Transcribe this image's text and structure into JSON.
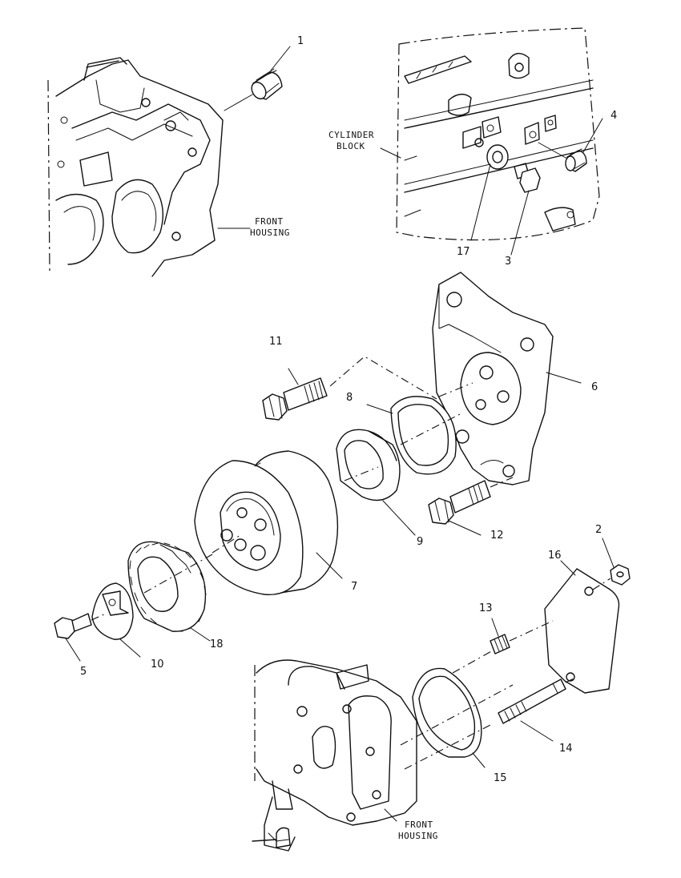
{
  "labels": {
    "cylinder_block_line1": "CYLINDER",
    "cylinder_block_line2": "BLOCK",
    "front_housing_top_line1": "FRONT",
    "front_housing_top_line2": "HOUSING",
    "front_housing_bottom_line1": "FRONT",
    "front_housing_bottom_line2": "HOUSING"
  },
  "callouts": {
    "c1": "1",
    "c2": "2",
    "c3": "3",
    "c4": "4",
    "c5": "5",
    "c6": "6",
    "c7": "7",
    "c8": "8",
    "c9": "9",
    "c10": "10",
    "c11": "11",
    "c12": "12",
    "c13": "13",
    "c14": "14",
    "c15": "15",
    "c16": "16",
    "c17": "17",
    "c18": "18"
  },
  "colors": {
    "line": "#111111",
    "background": "#ffffff"
  }
}
